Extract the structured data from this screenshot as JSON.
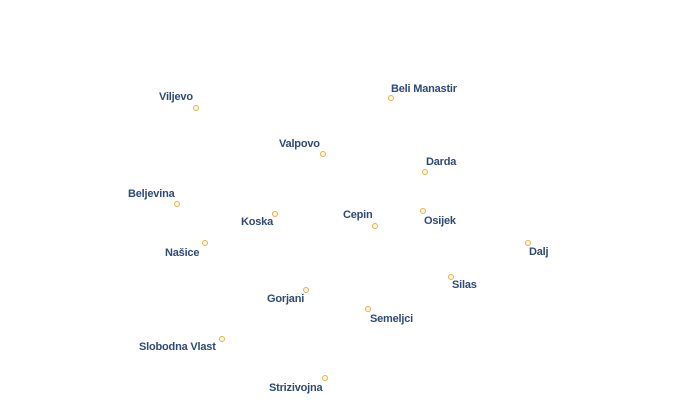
{
  "map": {
    "places": [
      {
        "id": "viljevo",
        "name": "Viljevo"
      },
      {
        "id": "beli-manastir",
        "name": "Beli Manastir"
      },
      {
        "id": "valpovo",
        "name": "Valpovo"
      },
      {
        "id": "darda",
        "name": "Darda"
      },
      {
        "id": "beljevina",
        "name": "Beljevina"
      },
      {
        "id": "koska",
        "name": "Koska"
      },
      {
        "id": "cepin",
        "name": "Cepin"
      },
      {
        "id": "osijek",
        "name": "Osijek"
      },
      {
        "id": "nasice",
        "name": "Našice"
      },
      {
        "id": "dalj",
        "name": "Dalj"
      },
      {
        "id": "silas",
        "name": "Silas"
      },
      {
        "id": "gorjani",
        "name": "Gorjani"
      },
      {
        "id": "semeljci",
        "name": "Semeljci"
      },
      {
        "id": "slobodna-vlast",
        "name": "Slobodna Vlast"
      },
      {
        "id": "strizivojna",
        "name": "Strizivojna"
      }
    ],
    "colors": {
      "label": "#2e4a7a",
      "marker": "#e8b04a",
      "background": "#ffffff"
    },
    "marker_icon": "circle-marker-icon"
  }
}
